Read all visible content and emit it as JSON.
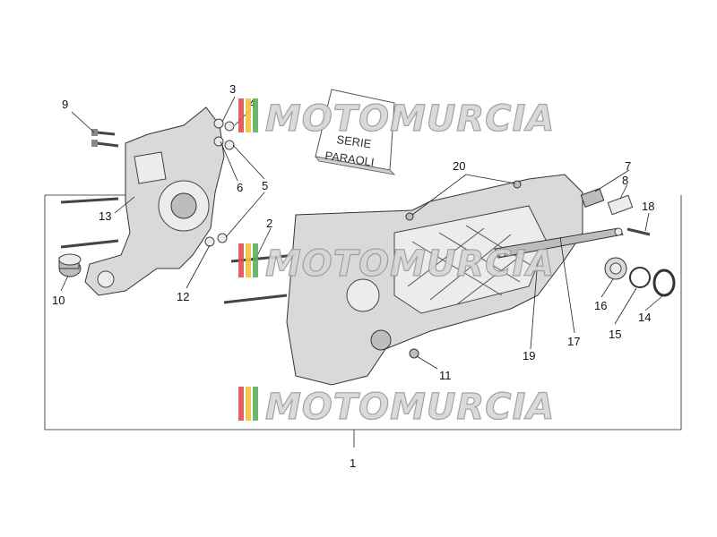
{
  "diagram": {
    "callouts": {
      "c1": "1",
      "c2": "2",
      "c3": "3",
      "c4": "4",
      "c5": "5",
      "c6": "6",
      "c7": "7",
      "c8": "8",
      "c9": "9",
      "c10": "10",
      "c11": "11",
      "c12": "12",
      "c13": "13",
      "c14": "14",
      "c15": "15",
      "c16": "16",
      "c17": "17",
      "c18": "18",
      "c19": "19",
      "c20": "20"
    },
    "sign": {
      "line1": "SERIE",
      "line2": "PARAOLI"
    },
    "watermark": "MOTOMURCIA",
    "watermark_colors": [
      "#e05050",
      "#f0c040",
      "#60b060"
    ]
  }
}
